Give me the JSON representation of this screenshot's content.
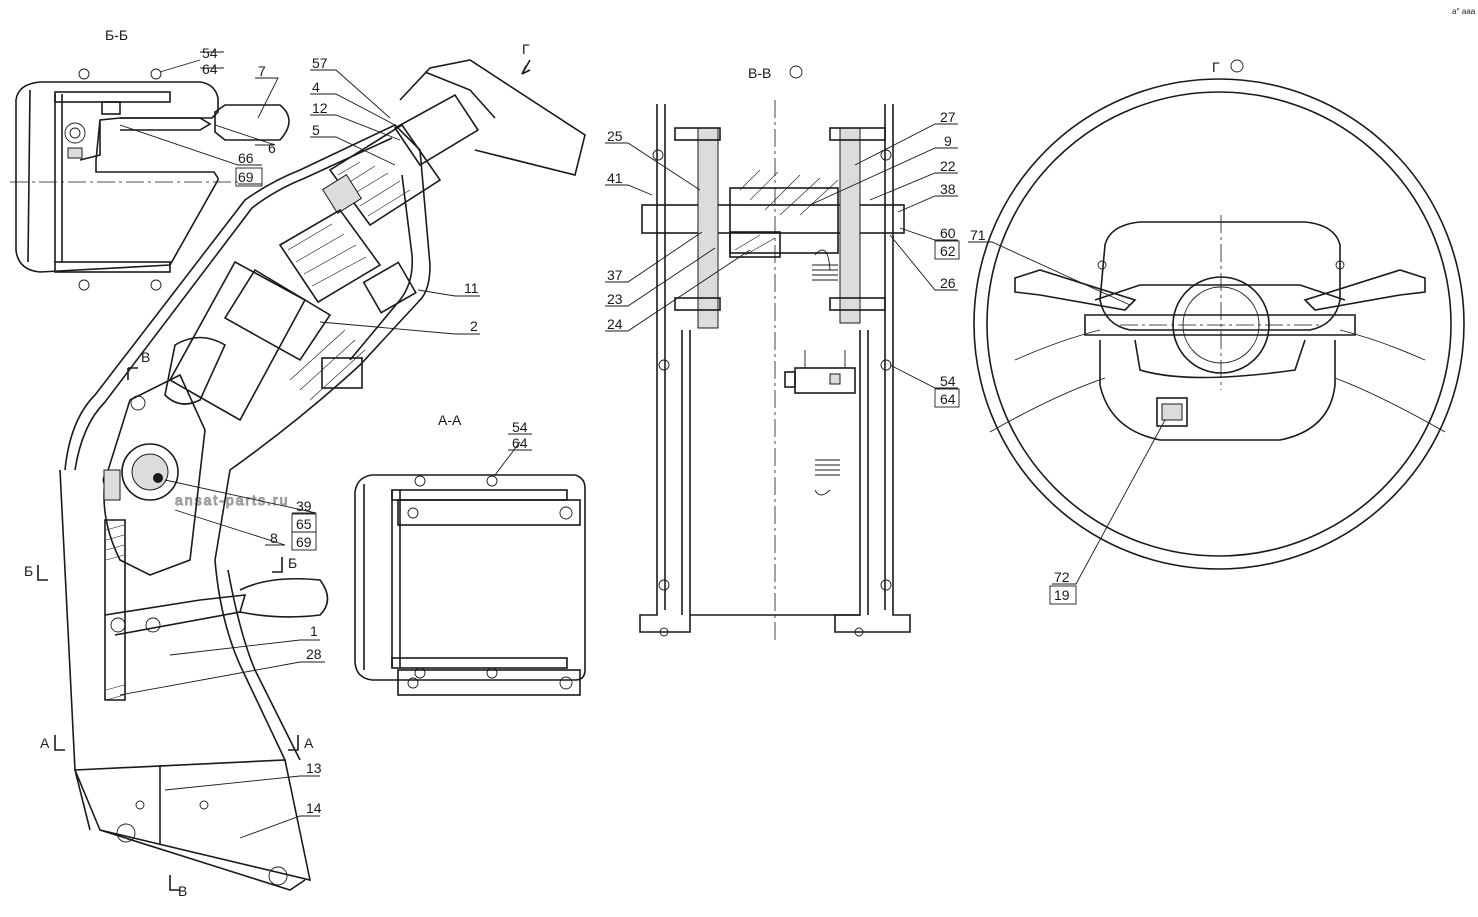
{
  "watermark": "ansat-parts.ru",
  "corner_mark": "а° ааа",
  "views": {
    "bb": {
      "title": "Б-Б",
      "cut_label": "Б"
    },
    "aa": {
      "title": "А-А",
      "cut_label": "А"
    },
    "vv": {
      "title": "В-В",
      "cut_label": "В"
    },
    "g": {
      "title": "Г",
      "cut_label": "Г"
    }
  },
  "callouts": {
    "c54a": "54",
    "c64a": "64",
    "c7": "7",
    "c6": "6",
    "c66": "66",
    "c69a": "69",
    "c57": "57",
    "c4": "4",
    "c12": "12",
    "c5": "5",
    "c11": "11",
    "c2": "2",
    "c39": "39",
    "c65": "65",
    "c69b": "69",
    "c8": "8",
    "c1": "1",
    "c28": "28",
    "c13": "13",
    "c14": "14",
    "c54b": "54",
    "c64b": "64",
    "c25": "25",
    "c41": "41",
    "c37": "37",
    "c23": "23",
    "c24": "24",
    "c27": "27",
    "c9": "9",
    "c22": "22",
    "c38": "38",
    "c60": "60",
    "c62": "62",
    "c26": "26",
    "c54c": "54",
    "c64c": "64",
    "c71": "71",
    "c72": "72",
    "c19": "19"
  }
}
